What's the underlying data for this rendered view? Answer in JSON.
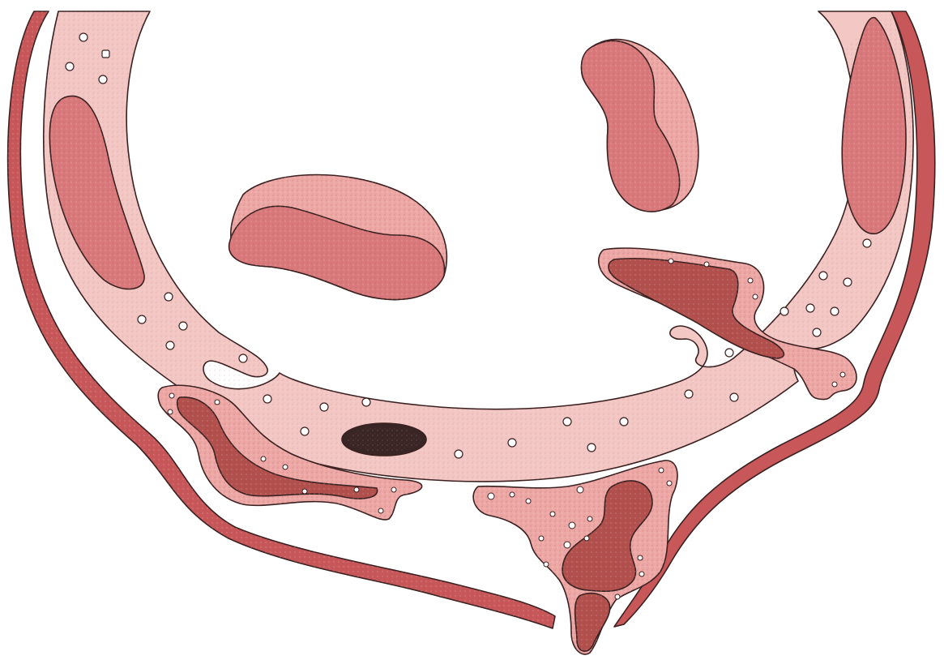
{
  "figure": {
    "kind": "anatomical cross-section illustration",
    "labels": [],
    "colors": {
      "background": "#ffffff",
      "outer_wall": "#c8575a",
      "outer_wall_dark": "#a9393d",
      "band_fill": "#f2c7c4",
      "organ_fill": "#d9797b",
      "organ_light": "#eda8a6",
      "organ_dark": "#b2504d",
      "speckle": "#e8a9a4",
      "hole_fill": "#ffffff",
      "dark_spot": "#3a2525",
      "stroke": "#3a2020"
    },
    "parts": {
      "outer_wall": "outer-wall",
      "inner_ring": "inner-ring",
      "upper_left_organ": "upper-left-organ",
      "upper_right_organ": "upper-right-organ",
      "left_ring_organ": "left-ring-organ",
      "right_ring_organ": "right-ring-organ",
      "right_lower_organ": "right-lower-organ",
      "left_lower_organ": "left-lower-organ",
      "bottom_center_organ": "bottom-center-organ",
      "dark_spot": "dark-spot"
    }
  }
}
